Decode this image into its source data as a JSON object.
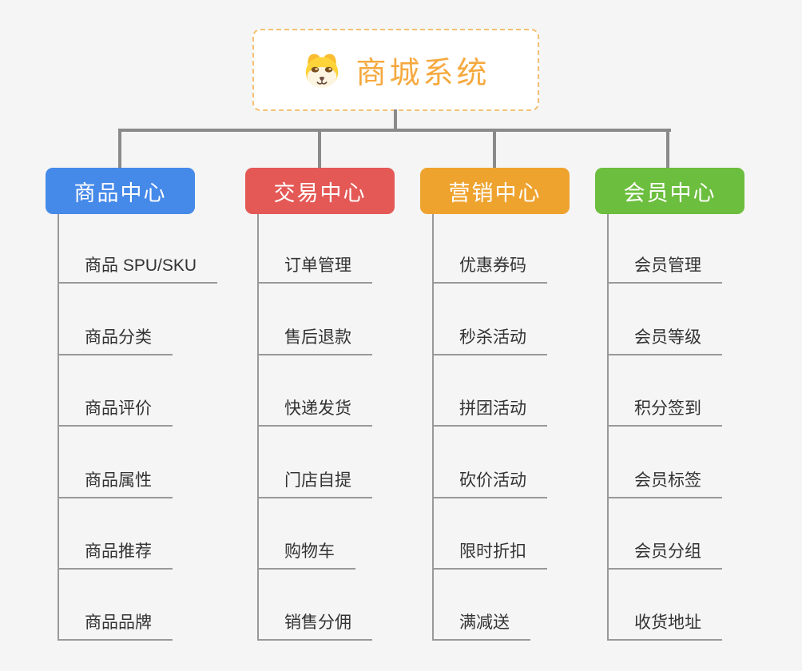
{
  "canvas": {
    "background": "#f5f5f5",
    "connector_color": "#8a8a8a",
    "underline_color": "#999999",
    "child_text_color": "#333333"
  },
  "root": {
    "title": "商城系统",
    "icon": "dog-face-icon",
    "text_color": "#f5a93f",
    "border_color": "#f2c173",
    "background": "#ffffff"
  },
  "branches": [
    {
      "label": "商品中心",
      "color": "#4589e9",
      "children": [
        "商品 SPU/SKU",
        "商品分类",
        "商品评价",
        "商品属性",
        "商品推荐",
        "商品品牌"
      ]
    },
    {
      "label": "交易中心",
      "color": "#e45956",
      "children": [
        "订单管理",
        "售后退款",
        "快递发货",
        "门店自提",
        "购物车",
        "销售分佣"
      ]
    },
    {
      "label": "营销中心",
      "color": "#efa32f",
      "children": [
        "优惠券码",
        "秒杀活动",
        "拼团活动",
        "砍价活动",
        "限时折扣",
        "满减送"
      ]
    },
    {
      "label": "会员中心",
      "color": "#6cbe3e",
      "children": [
        "会员管理",
        "会员等级",
        "积分签到",
        "会员标签",
        "会员分组",
        "收货地址"
      ]
    }
  ]
}
